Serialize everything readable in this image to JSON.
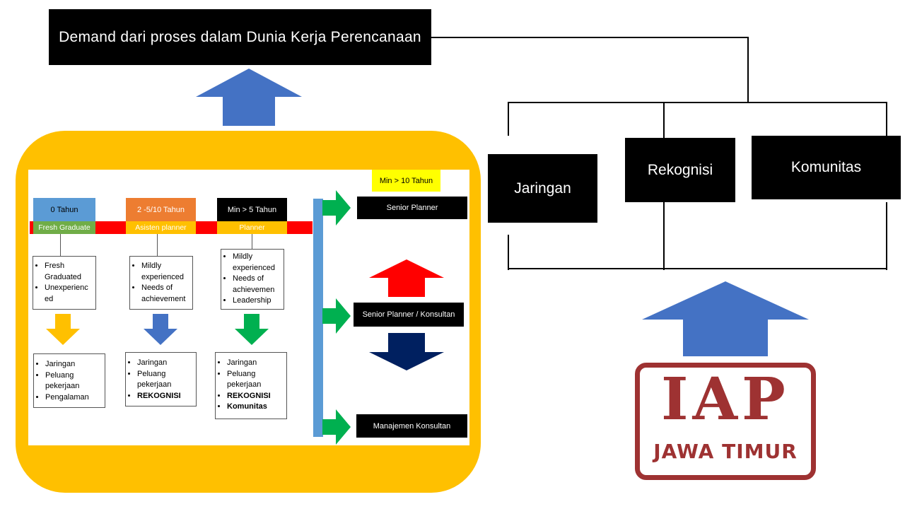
{
  "title": "Demand dari proses dalam Dunia Kerja Perencanaan",
  "categories": {
    "jaringan": "Jaringan",
    "rekognisi": "Rekognisi",
    "komunitas": "Komunitas"
  },
  "stages": [
    {
      "years": "0 Tahun",
      "role": "Fresh Graduate",
      "header_color": "#5b9bd5",
      "role_color": "#70ad47",
      "traits": [
        "Fresh Graduated",
        "Unexperienc ed"
      ],
      "needs": [
        "Jaringan",
        "Peluang pekerjaan",
        "Pengalaman"
      ],
      "arrow_color": "#ffc000"
    },
    {
      "years": "2 -5/10  Tahun",
      "role": "Asisten planner",
      "header_color": "#ed7d31",
      "role_color": "#ffc000",
      "traits": [
        "Mildly experienced",
        "Needs of achievement"
      ],
      "needs": [
        "Jaringan",
        "Peluang pekerjaan",
        "REKOGNISI"
      ],
      "arrow_color": "#4472c4"
    },
    {
      "years": "Min >  5 Tahun",
      "role": "Planner",
      "header_color": "#000000",
      "role_color": "#ffc000",
      "traits": [
        "Mildly experienced",
        "Needs of achievemen",
        "Leadership"
      ],
      "needs": [
        "Jaringan",
        "Peluang pekerjaan",
        "REKOGNISI",
        "Komunitas"
      ],
      "arrow_color": "#00b050"
    }
  ],
  "career_path": {
    "top_years": "Min > 10 Tahun",
    "senior": "Senior Planner",
    "consultant": "Senior Planner / Konsultan",
    "manager": "Manajemen Konsultan"
  },
  "logo": {
    "big": "IAP",
    "small": "JAWA TIMUR",
    "color": "#9e3232"
  },
  "colors": {
    "panel": "#ffc000",
    "arrow_blue": "#4472c4",
    "arrow_green": "#00b050",
    "arrow_red": "#ff0000",
    "arrow_navy": "#002060"
  }
}
